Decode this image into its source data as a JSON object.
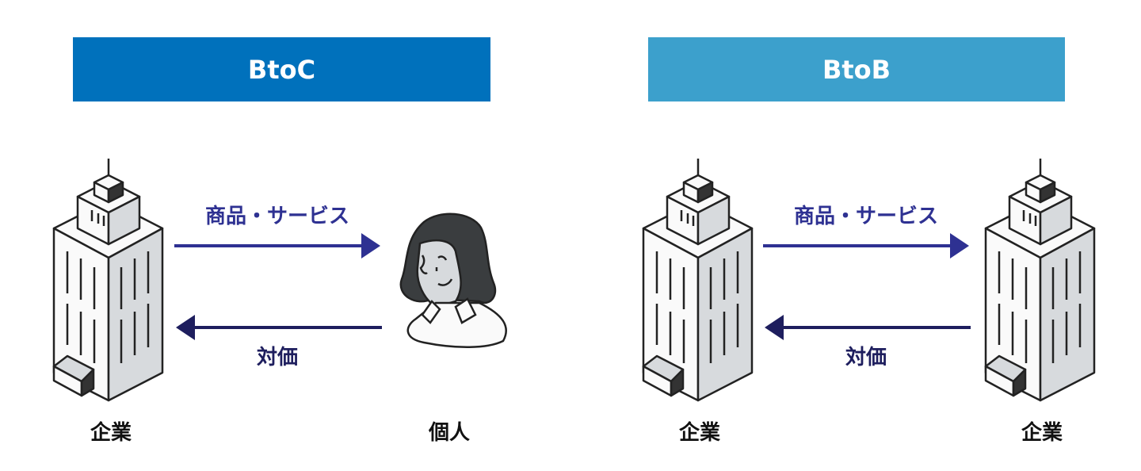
{
  "btoc": {
    "title": "BtoC",
    "color": "#0071bc",
    "goods_label": "商品・サービス",
    "payment_label": "対価",
    "left_label": "企業",
    "right_label": "個人"
  },
  "btob": {
    "title": "BtoB",
    "color": "#3ca0cc",
    "goods_label": "商品・サービス",
    "payment_label": "対価",
    "left_label": "企業",
    "right_label": "企業"
  },
  "colors": {
    "goods_arrow": "#2e3192",
    "payment_arrow": "#1e1e5e"
  }
}
